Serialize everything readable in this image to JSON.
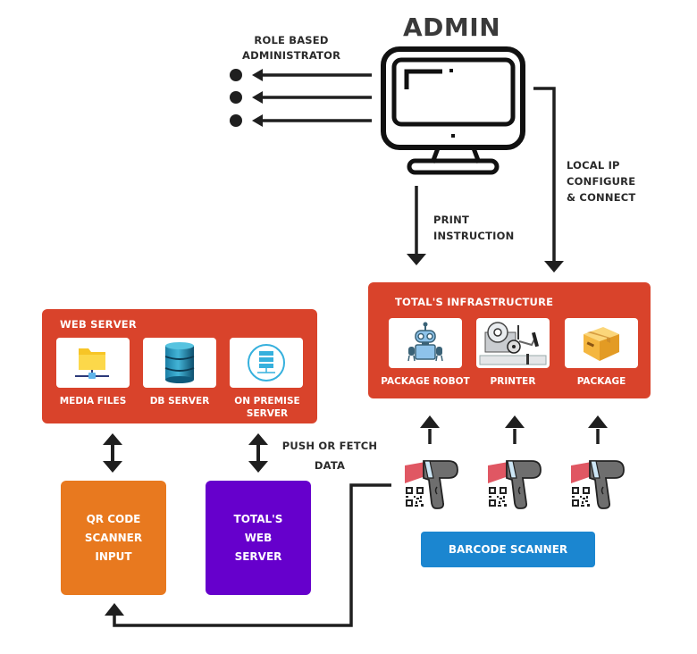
{
  "admin": {
    "title": "ADMIN",
    "icon": "monitor-icon"
  },
  "labels": {
    "role_based_line1": "ROLE BASED",
    "role_based_line2": "ADMINISTRATOR",
    "local_ip_line1": "LOCAL IP",
    "local_ip_line2": "CONFIGURE",
    "local_ip_line3": "& CONNECT",
    "print_line1": "PRINT",
    "print_line2": "INSTRUCTION",
    "push_line1": "PUSH OR FETCH",
    "push_line2": "DATA"
  },
  "infrastructure": {
    "title": "TOTAL'S INFRASTRUCTURE",
    "items": [
      {
        "label": "PACKAGE ROBOT",
        "icon": "robot-icon"
      },
      {
        "label": "PRINTER",
        "icon": "printer-machine-icon"
      },
      {
        "label": "PACKAGE",
        "icon": "package-box-icon"
      }
    ]
  },
  "web_server": {
    "title": "WEB SERVER",
    "items": [
      {
        "label": "MEDIA FILES",
        "icon": "network-folder-icon"
      },
      {
        "label": "DB SERVER",
        "icon": "database-icon"
      },
      {
        "label_line1": "ON PREMISE",
        "label_line2": "SERVER",
        "icon": "server-rack-icon"
      }
    ]
  },
  "qr_box": {
    "line1": "QR CODE",
    "line2": "SCANNER",
    "line3": "INPUT"
  },
  "totals_web_box": {
    "line1": "TOTAL'S",
    "line2": "WEB",
    "line3": "SERVER"
  },
  "barcode": {
    "button_label": "BARCODE SCANNER",
    "scanner_count": 3,
    "icon": "barcode-scanner-icon"
  },
  "colors": {
    "panel_red": "#d9432b",
    "qr_orange": "#e8791f",
    "web_purple": "#6600cc",
    "barcode_blue": "#1b86d0",
    "line_dark": "#1f1f1f"
  }
}
